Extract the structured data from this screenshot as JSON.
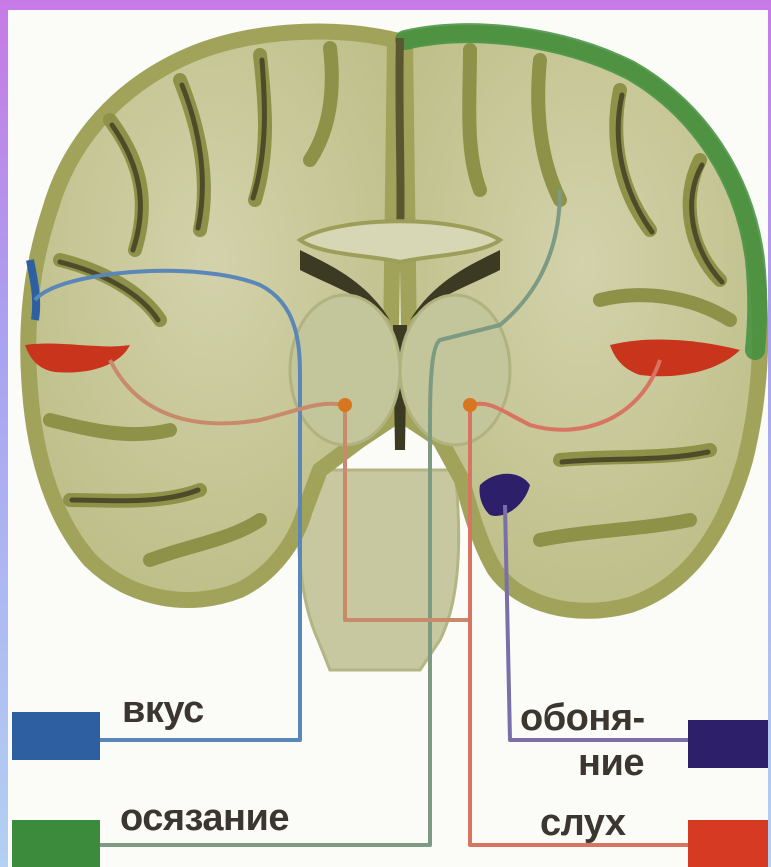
{
  "legend": {
    "taste": {
      "label": "вкус",
      "color": "#2e5fa0"
    },
    "touch": {
      "label": "осязание",
      "color": "#3c8a3c"
    },
    "smell": {
      "label_line1": "обоня-",
      "label_line2": "ние",
      "color": "#2e1f6a"
    },
    "hearing": {
      "label": "слух",
      "color": "#d63a22"
    }
  },
  "colors": {
    "brain_white": "#c9c89a",
    "brain_cortex": "#a2a45a",
    "brain_dark": "#4d4a2a",
    "brainstem": "#c8c9a2",
    "background": "#fbfbf8"
  }
}
